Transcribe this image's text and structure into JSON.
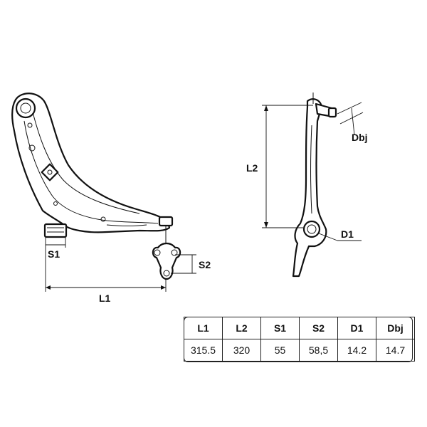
{
  "dimension_labels": {
    "l1": "L1",
    "l2": "L2",
    "s1": "S1",
    "s2": "S2",
    "d1": "D1",
    "dbj": "Dbj"
  },
  "table": {
    "headers": [
      "L1",
      "L2",
      "S1",
      "S2",
      "D1",
      "Dbj"
    ],
    "values": [
      "315.5",
      "320",
      "55",
      "58,5",
      "14.2",
      "14.7"
    ]
  }
}
